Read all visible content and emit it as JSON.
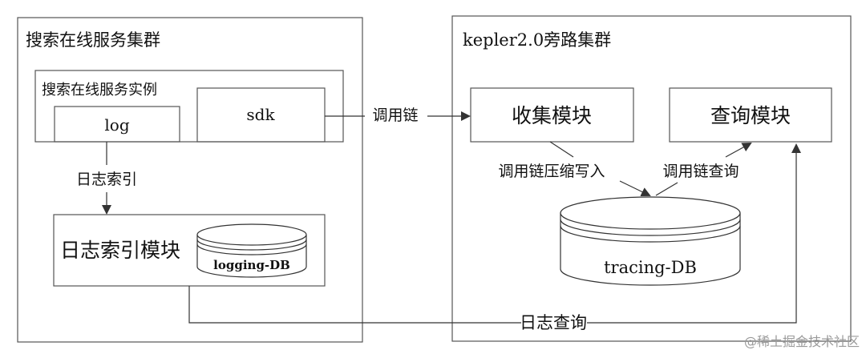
{
  "left_cluster": {
    "title": "搜索在线服务集群",
    "instance": {
      "title": "搜索在线服务实例",
      "log_label": "log",
      "sdk_label": "sdk"
    },
    "log_index_edge_label": "日志索引",
    "log_index_module": {
      "title": "日志索引模块",
      "db_label": "logging-DB"
    }
  },
  "right_cluster": {
    "title": "kepler2.0旁路集群",
    "collect_module": "收集模块",
    "query_module": "查询模块",
    "write_edge_label": "调用链压缩写入",
    "query_edge_label": "调用链查询",
    "db_label": "tracing-DB"
  },
  "edges": {
    "call_chain": "调用链",
    "log_query": "日志查询"
  },
  "watermark": "@稀土掘金技术社区",
  "colors": {
    "stroke": "#333333",
    "text": "#111111",
    "background": "#ffffff"
  }
}
